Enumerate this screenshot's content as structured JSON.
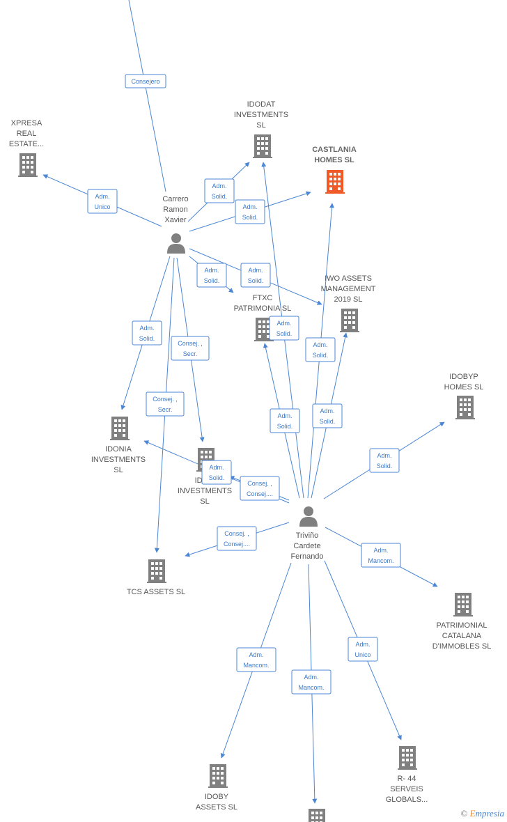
{
  "colors": {
    "edge": "#4a86d4",
    "building": "#808080",
    "focus_building": "#f05a28",
    "person": "#808080"
  },
  "nodes": [
    {
      "id": "xpresa",
      "type": "company",
      "label": [
        "XPRESA",
        "REAL",
        "ESTATE..."
      ]
    },
    {
      "id": "idodat",
      "type": "company",
      "label": [
        "IDODAT",
        "INVESTMENTS",
        "SL"
      ]
    },
    {
      "id": "castlania",
      "type": "company",
      "focus": true,
      "label": [
        "CASTLANIA",
        "HOMES  SL"
      ]
    },
    {
      "id": "carrero",
      "type": "person",
      "label": [
        "Carrero",
        "Ramon",
        "Xavier"
      ]
    },
    {
      "id": "ftxc",
      "type": "company",
      "label": [
        "FTXC",
        "PATRIMONIA  SL"
      ]
    },
    {
      "id": "iwo",
      "type": "company",
      "label": [
        "IWO ASSETS",
        "MANAGEMENT",
        "2019  SL"
      ]
    },
    {
      "id": "idobyp",
      "type": "company",
      "label": [
        "IDOBYP",
        "HOMES  SL"
      ]
    },
    {
      "id": "idonia",
      "type": "company",
      "label": [
        "IDONIA",
        "INVESTMENTS",
        "SL"
      ]
    },
    {
      "id": "idox",
      "type": "company",
      "label": [
        "IDO...",
        "INVESTMENTS",
        "SL"
      ]
    },
    {
      "id": "trivino",
      "type": "person",
      "label": [
        "Triviño",
        "Cardete",
        "Fernando"
      ]
    },
    {
      "id": "tcs",
      "type": "company",
      "label": [
        "TCS ASSETS  SL"
      ]
    },
    {
      "id": "patrimonial",
      "type": "company",
      "label": [
        "PATRIMONIAL",
        "CATALANA",
        "D'IMMOBLES  SL"
      ]
    },
    {
      "id": "r44",
      "type": "company",
      "label": [
        "R- 44",
        "SERVEIS",
        "GLOBALS..."
      ]
    },
    {
      "id": "idoby",
      "type": "company",
      "label": [
        "IDOBY",
        "ASSETS  SL"
      ]
    },
    {
      "id": "bottom",
      "type": "company",
      "label": []
    }
  ],
  "edges": [
    {
      "label": [
        "Consejero"
      ]
    },
    {
      "label": [
        "Adm.",
        "Unico"
      ]
    },
    {
      "label": [
        "Adm.",
        "Solid."
      ]
    },
    {
      "label": [
        "Adm.",
        "Solid."
      ]
    },
    {
      "label": [
        "Adm.",
        "Solid."
      ]
    },
    {
      "label": [
        "Adm.",
        "Solid."
      ]
    },
    {
      "label": [
        "Adm.",
        "Solid."
      ]
    },
    {
      "label": [
        "Consej. ,",
        "Secr."
      ]
    },
    {
      "label": [
        "Consej. ,",
        "Secr."
      ]
    },
    {
      "label": [
        "Adm.",
        "Solid."
      ]
    },
    {
      "label": [
        "Adm.",
        "Solid."
      ]
    },
    {
      "label": [
        "Adm.",
        "Solid."
      ]
    },
    {
      "label": [
        "Adm.",
        "Solid."
      ]
    },
    {
      "label": [
        "Adm.",
        "Solid."
      ]
    },
    {
      "label": [
        "Adm.",
        "Solid."
      ]
    },
    {
      "label": [
        "Consej. ,",
        "Consej...."
      ]
    },
    {
      "label": [
        "Consej. ,",
        "Consej...."
      ]
    },
    {
      "label": [
        "Adm.",
        "Mancom."
      ]
    },
    {
      "label": [
        "Adm.",
        "Mancom."
      ]
    },
    {
      "label": [
        "Adm.",
        "Mancom."
      ]
    },
    {
      "label": [
        "Adm.",
        "Unico"
      ]
    }
  ],
  "watermark": {
    "copyright": "©",
    "brand_initial": "E",
    "brand_rest": "mpresia"
  }
}
